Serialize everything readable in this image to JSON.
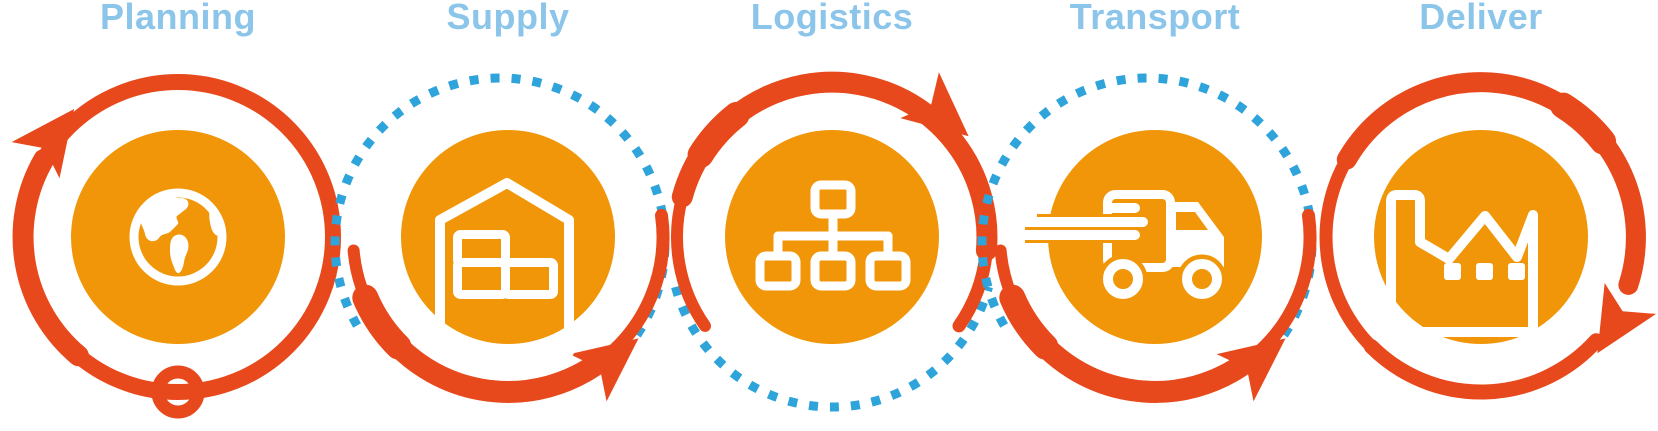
{
  "diagram": {
    "name": "supply-chain-cycle-diagram",
    "stages": [
      {
        "id": "planning",
        "label": "Planning",
        "icon": "globe-icon",
        "arrow_style": "red-full-ring-with-loop-end"
      },
      {
        "id": "supply",
        "label": "Supply",
        "icon": "warehouse-icon",
        "arrow_style": "blue-dotted-top-red-bottom"
      },
      {
        "id": "logistics",
        "label": "Logistics",
        "icon": "org-chart-icon",
        "arrow_style": "red-top-blue-dotted-bottom"
      },
      {
        "id": "transport",
        "label": "Transport",
        "icon": "truck-icon",
        "arrow_style": "blue-dotted-top-red-bottom"
      },
      {
        "id": "deliver",
        "label": "Deliver",
        "icon": "factory-icon",
        "arrow_style": "red-full-ring-arrow-end"
      }
    ]
  },
  "colors": {
    "arrow_red": "#E8491C",
    "circle_orange": "#F09608",
    "dotted_blue": "#2FA4DB",
    "title_blue": "#8CC5EA",
    "icon_white": "#FFFFFF"
  }
}
